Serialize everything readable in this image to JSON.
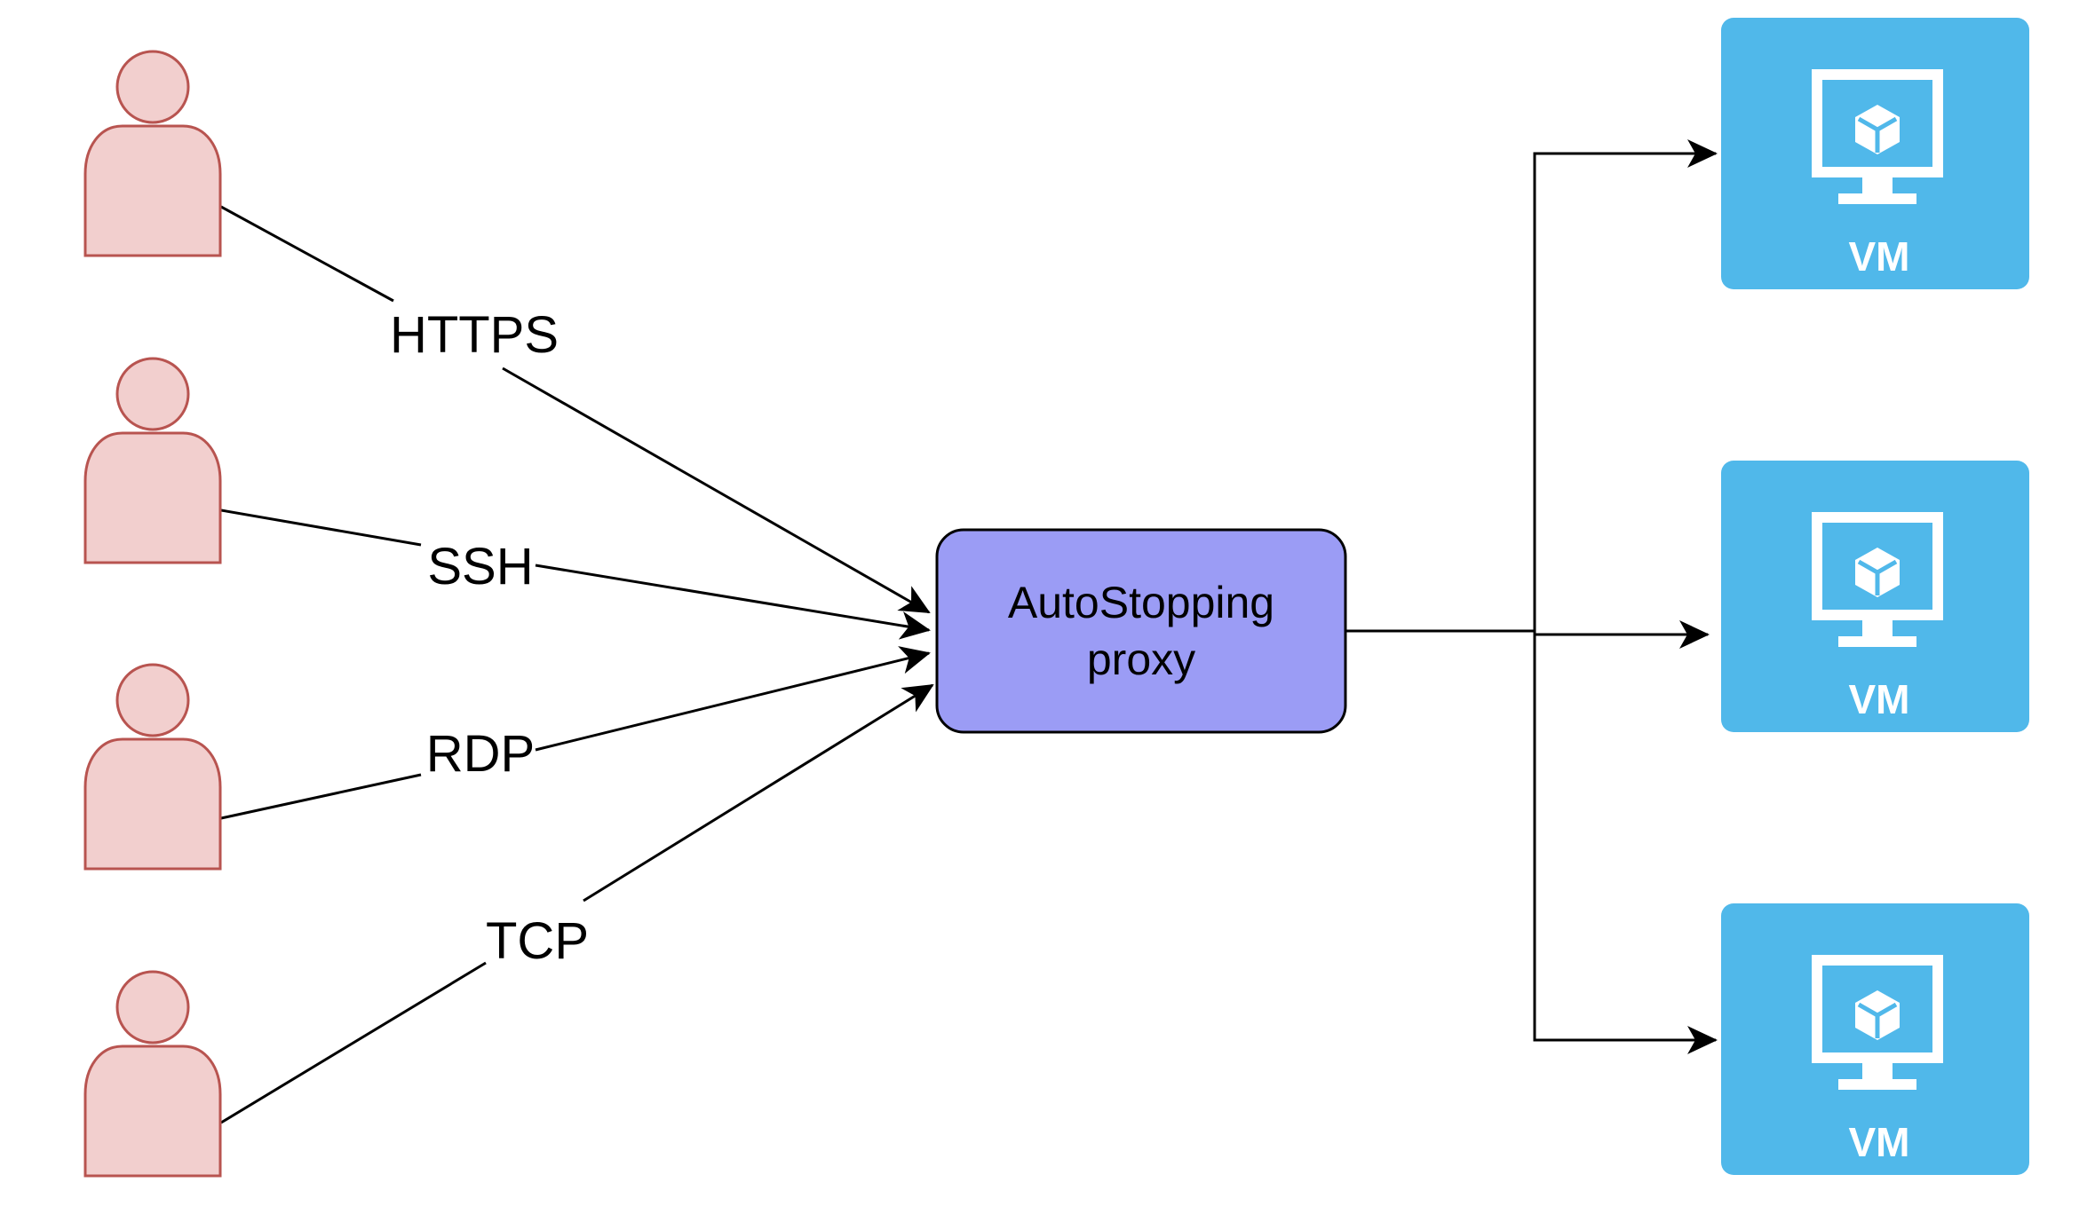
{
  "users": [
    {
      "label": "",
      "protocol": "HTTPS"
    },
    {
      "label": "",
      "protocol": "SSH"
    },
    {
      "label": "",
      "protocol": "RDP"
    },
    {
      "label": "",
      "protocol": "TCP"
    }
  ],
  "proxy": {
    "line1": "AutoStopping",
    "line2": "proxy"
  },
  "vms": [
    {
      "label": "VM"
    },
    {
      "label": "VM"
    },
    {
      "label": "VM"
    }
  ],
  "colors": {
    "user_fill": "#f2cfce",
    "user_stroke": "#b85450",
    "proxy_fill": "#9b9cf5",
    "proxy_stroke": "#000000",
    "vm_fill": "#50b8ea",
    "vm_icon": "#ffffff",
    "edge": "#000000"
  },
  "icons": {
    "user": "person-icon",
    "vm": "virtual-machine-monitor-icon"
  }
}
